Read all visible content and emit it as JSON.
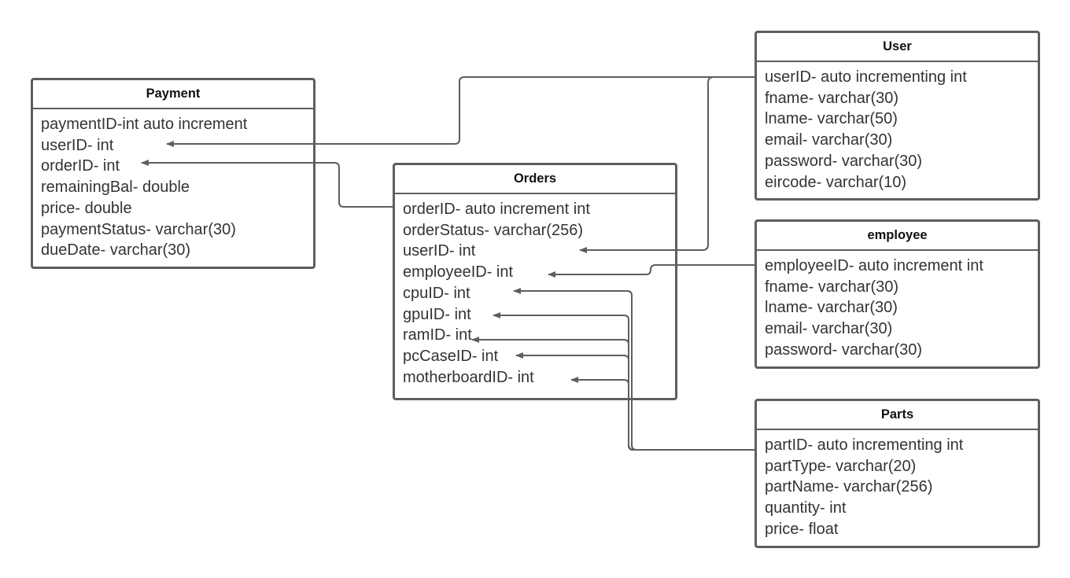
{
  "entities": {
    "payment": {
      "title": "Payment",
      "fields": [
        "paymentID-int auto increment",
        "userID- int",
        "orderID- int",
        "remainingBal- double",
        "price- double",
        "paymentStatus- varchar(30)",
        "dueDate- varchar(30)"
      ]
    },
    "orders": {
      "title": "Orders",
      "fields": [
        "orderID- auto increment int",
        "orderStatus- varchar(256)",
        "userID- int",
        "employeeID- int",
        "cpuID- int",
        "gpuID- int",
        "ramID- int",
        "pcCaseID- int",
        "motherboardID- int"
      ]
    },
    "user": {
      "title": "User",
      "fields": [
        "userID- auto incrementing int",
        "fname- varchar(30)",
        "lname- varchar(50)",
        "email- varchar(30)",
        "password- varchar(30)",
        "eircode- varchar(10)"
      ]
    },
    "employee": {
      "title": "employee",
      "fields": [
        "employeeID- auto increment int",
        "fname- varchar(30)",
        "lname- varchar(30)",
        "email- varchar(30)",
        "password- varchar(30)"
      ]
    },
    "parts": {
      "title": "Parts",
      "fields": [
        "partID- auto incrementing int",
        "partType- varchar(20)",
        "partName- varchar(256)",
        "quantity- int",
        "price- float"
      ]
    }
  },
  "colors": {
    "border": "#5e5e5e",
    "connector": "#5e5e5e",
    "text": "#333333",
    "background": "#ffffff"
  }
}
